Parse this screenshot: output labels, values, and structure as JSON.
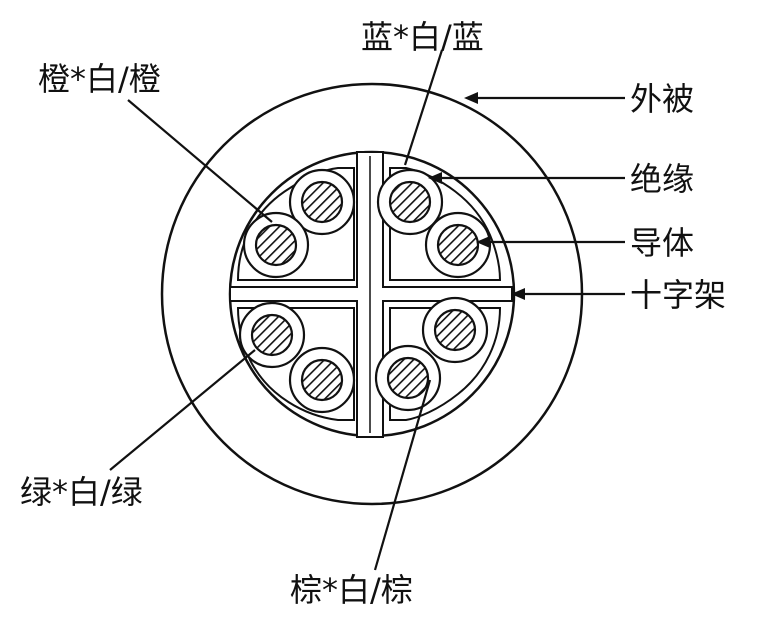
{
  "labels": {
    "blue": "蓝*白/蓝",
    "orange": "橙*白/橙",
    "green": "绿*白/绿",
    "brown": "棕*白/棕",
    "jacket": "外被",
    "insulation": "绝缘",
    "conductor": "导体",
    "cross_frame": "十字架"
  },
  "colors": {
    "stroke": "#111111",
    "background": "#ffffff"
  }
}
